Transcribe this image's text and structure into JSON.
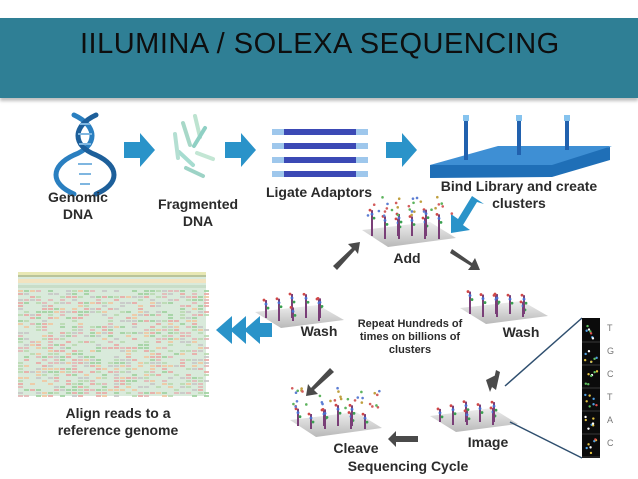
{
  "slide": {
    "title": "IILUMINA / SOLEXA SEQUENCING"
  },
  "steps": {
    "genomic": [
      "Genomic",
      "DNA"
    ],
    "fragmented": [
      "Fragmented",
      "DNA"
    ],
    "ligate": "Ligate Adaptors",
    "bind": [
      "Bind Library and create",
      "clusters"
    ]
  },
  "cycle": {
    "add": "Add",
    "wash_left": "Wash",
    "wash_right": "Wash",
    "center": [
      "Repeat Hundreds of",
      "times on billions of",
      "clusters"
    ],
    "image": "Image",
    "cleave": "Cleave",
    "caption": "Sequencing Cycle"
  },
  "align": [
    "Align reads to a",
    "reference genome"
  ],
  "image_strip": {
    "bases": [
      "T",
      "G",
      "C",
      "T",
      "A",
      "C"
    ]
  },
  "colors": {
    "header": "#2f7f95",
    "arrow_blue": "#2a93c9",
    "dna_blue": "#2a7fc0",
    "arrow_dark": "#4a4a4a"
  }
}
